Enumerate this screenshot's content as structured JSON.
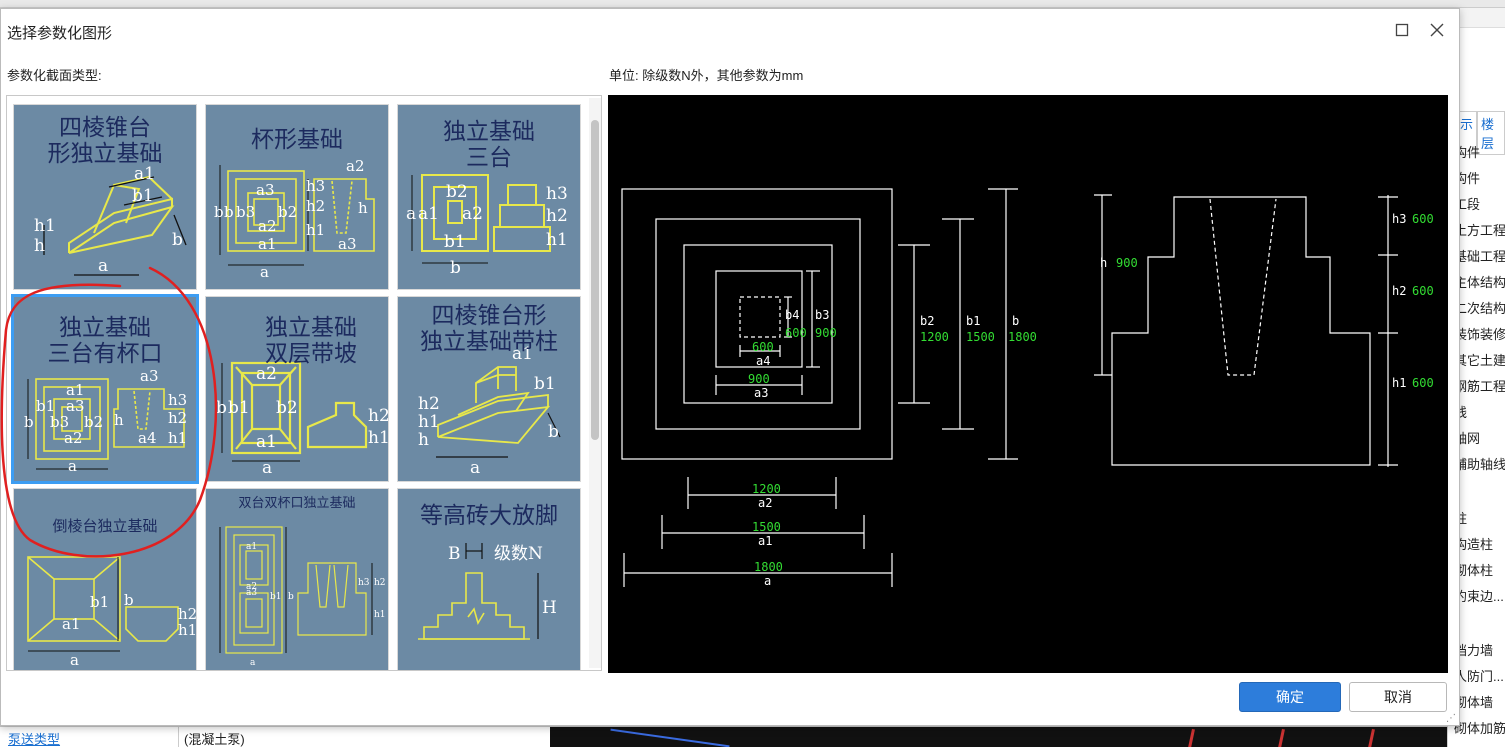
{
  "dialog": {
    "title": "选择参数化图形",
    "types_label": "参数化截面类型:",
    "unit_label": "单位:   除级数N外，其他参数为mm",
    "ok_label": "确定",
    "cancel_label": "取消"
  },
  "tiles": [
    {
      "title": "四棱锥台\n形独立基础",
      "labels": [
        "a1",
        "b1",
        "h1",
        "h",
        "b",
        "a"
      ]
    },
    {
      "title": "杯形基础",
      "labels": [
        "a2",
        "a3",
        "b",
        "b",
        "b3",
        "b2",
        "a2",
        "a1",
        "a",
        "h3",
        "h2",
        "h1",
        "h",
        "a3"
      ]
    },
    {
      "title": "独立基础\n三台",
      "labels": [
        "a",
        "a1",
        "b2",
        "a2",
        "b1",
        "b",
        "h3",
        "h2",
        "h1"
      ]
    },
    {
      "title": "独立基础\n三台有杯口",
      "labels": [
        "a3",
        "a1",
        "b1",
        "b",
        "a3",
        "b3",
        "b2",
        "a2",
        "a",
        "h",
        "h3",
        "h2",
        "h1",
        "a4"
      ]
    },
    {
      "title": "独立基础\n双层带坡",
      "labels": [
        "a2",
        "b",
        "b1",
        "b2",
        "a1",
        "a",
        "h2",
        "h1"
      ]
    },
    {
      "title": "四棱锥台形\n独立基础带柱",
      "labels": [
        "a1",
        "b1",
        "h2",
        "h1",
        "h",
        "b",
        "a"
      ]
    },
    {
      "title": "倒棱台独立基础",
      "labels": [
        "b1",
        "a1",
        "b",
        "h2",
        "h1",
        "a"
      ]
    },
    {
      "title": "双台双杯口独立基础",
      "labels": [
        "a1",
        "a2",
        "a3",
        "b1",
        "b",
        "h3",
        "h2",
        "h1",
        "a"
      ]
    },
    {
      "title": "等高砖大放脚",
      "labels": [
        "B",
        "级数N",
        "H"
      ]
    }
  ],
  "preview": {
    "plan_labels": {
      "b4": "b4",
      "b4_val": "600",
      "b3": "b3",
      "b3_val": "900",
      "b2": "b2",
      "b2_val": "1200",
      "b1": "b1",
      "b1_val": "1500",
      "b": "b",
      "b_val": "1800",
      "a4": "a4",
      "a4_val": "600",
      "a3": "a3",
      "a3_val": "900",
      "a2": "a2",
      "a2_val": "1200",
      "a1": "a1",
      "a1_val": "1500",
      "a": "a",
      "a_val": "1800"
    },
    "section_labels": {
      "h": "h",
      "h_val": "900",
      "h3": "h3",
      "h3_val": "600",
      "h2": "h2",
      "h2_val": "600",
      "h1": "h1",
      "h1_val": "600"
    }
  },
  "background": {
    "right_tabs": [
      "示",
      "楼层"
    ],
    "right_items": [
      "构件",
      "构件",
      "工段",
      "土方工程",
      "基础工程",
      "主体结构",
      "二次结构",
      "装饰装修",
      "其它土建",
      "钢筋工程",
      "线",
      "轴网",
      "辅助轴线",
      "柱",
      "构造柱",
      "砌体柱",
      "约束边...",
      "挡力墙",
      "人防门...",
      "砌体墙",
      "砌体加筋"
    ],
    "bottom_cell_1": "泵送类型",
    "bottom_cell_2": "(混凝土泵)"
  },
  "colors": {
    "tile_bg": "#6c8aa4",
    "tile_line": "#e8e84a",
    "tile_title": "#1c2a5e",
    "preview_bg": "#000000",
    "preview_value": "#33dd33",
    "ok_button": "#2d7ddb",
    "selection": "#3d9df2",
    "annotation": "#e02020"
  }
}
